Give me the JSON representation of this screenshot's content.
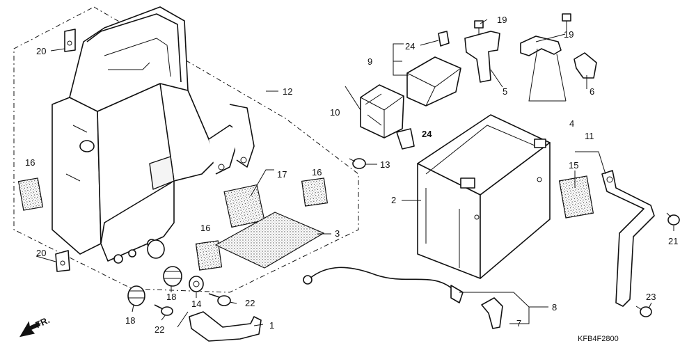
{
  "diagram": {
    "drawing_code": "KFB4F2800",
    "front_marker": "FR.",
    "callouts": {
      "c1": "1",
      "c2": "2",
      "c3": "3",
      "c4": "4",
      "c5": "5",
      "c6": "6",
      "c7": "7",
      "c8": "8",
      "c9": "9",
      "c10": "10",
      "c11": "11",
      "c12": "12",
      "c13": "13",
      "c14": "14",
      "c15": "15",
      "c16a": "16",
      "c16b": "16",
      "c16c": "16",
      "c17": "17",
      "c18a": "18",
      "c18b": "18",
      "c19a": "19",
      "c19b": "19",
      "c20a": "20",
      "c20b": "20",
      "c21": "21",
      "c22a": "22",
      "c22b": "22",
      "c23": "23",
      "c24a": "24",
      "c24b": "24"
    }
  }
}
